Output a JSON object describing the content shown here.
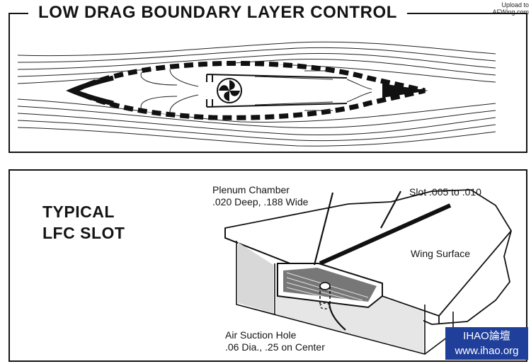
{
  "upload_note": {
    "line1": "Upload to",
    "line2": "AFWing.com"
  },
  "top_panel": {
    "title": "LOW DRAG BOUNDARY LAYER CONTROL"
  },
  "bottom_panel": {
    "heading_line1": "TYPICAL",
    "heading_line2": "LFC SLOT",
    "plenum_line1": "Plenum Chamber",
    "plenum_line2": ".020 Deep, .188 Wide",
    "slot_label": "Slot .005 to .010",
    "wing_surface": "Wing Surface",
    "suction_line1": "Air Suction Hole",
    "suction_line2": ".06 Dia., .25 on Center"
  },
  "watermark": {
    "line1": "IHAO論壇",
    "line2": "www.ihao.org",
    "color": "#1f3f9a"
  }
}
